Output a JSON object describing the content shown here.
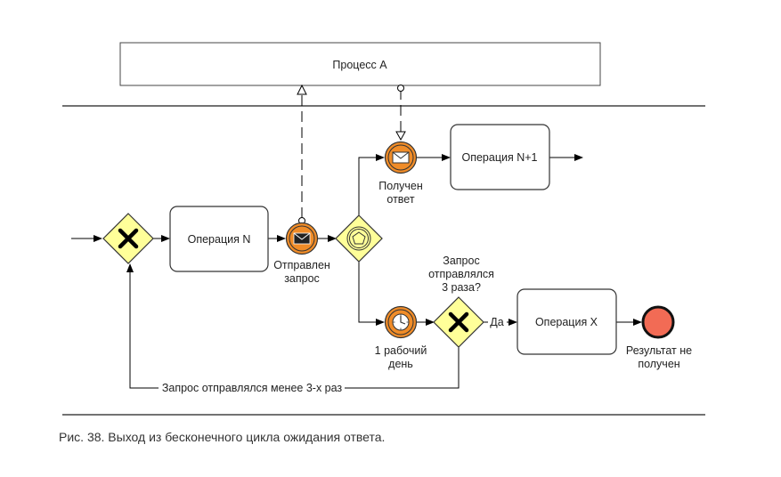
{
  "pool": {
    "label": "Процесс А"
  },
  "tasks": {
    "op_n": "Операция N",
    "op_n1": "Операция N+1",
    "op_x": "Операция X"
  },
  "events": {
    "sent": [
      "Отправлен",
      "запрос"
    ],
    "received": [
      "Получен",
      "ответ"
    ],
    "timer": [
      "1 рабочий",
      "день"
    ],
    "end": [
      "Результат не",
      "получен"
    ]
  },
  "gateway_question": [
    "Запрос",
    "отправлялся",
    "3 раза?"
  ],
  "flow_labels": {
    "yes": "Да",
    "loop": "Запрос отправлялся менее 3-х раз"
  },
  "caption": "Рис. 38. Выход из бесконечного цикла ожидания ответа.",
  "colors": {
    "gateway_fill": "#ffff99",
    "event_fill": "#f08c28",
    "end_fill": "#f26b55",
    "stroke": "#333333"
  }
}
